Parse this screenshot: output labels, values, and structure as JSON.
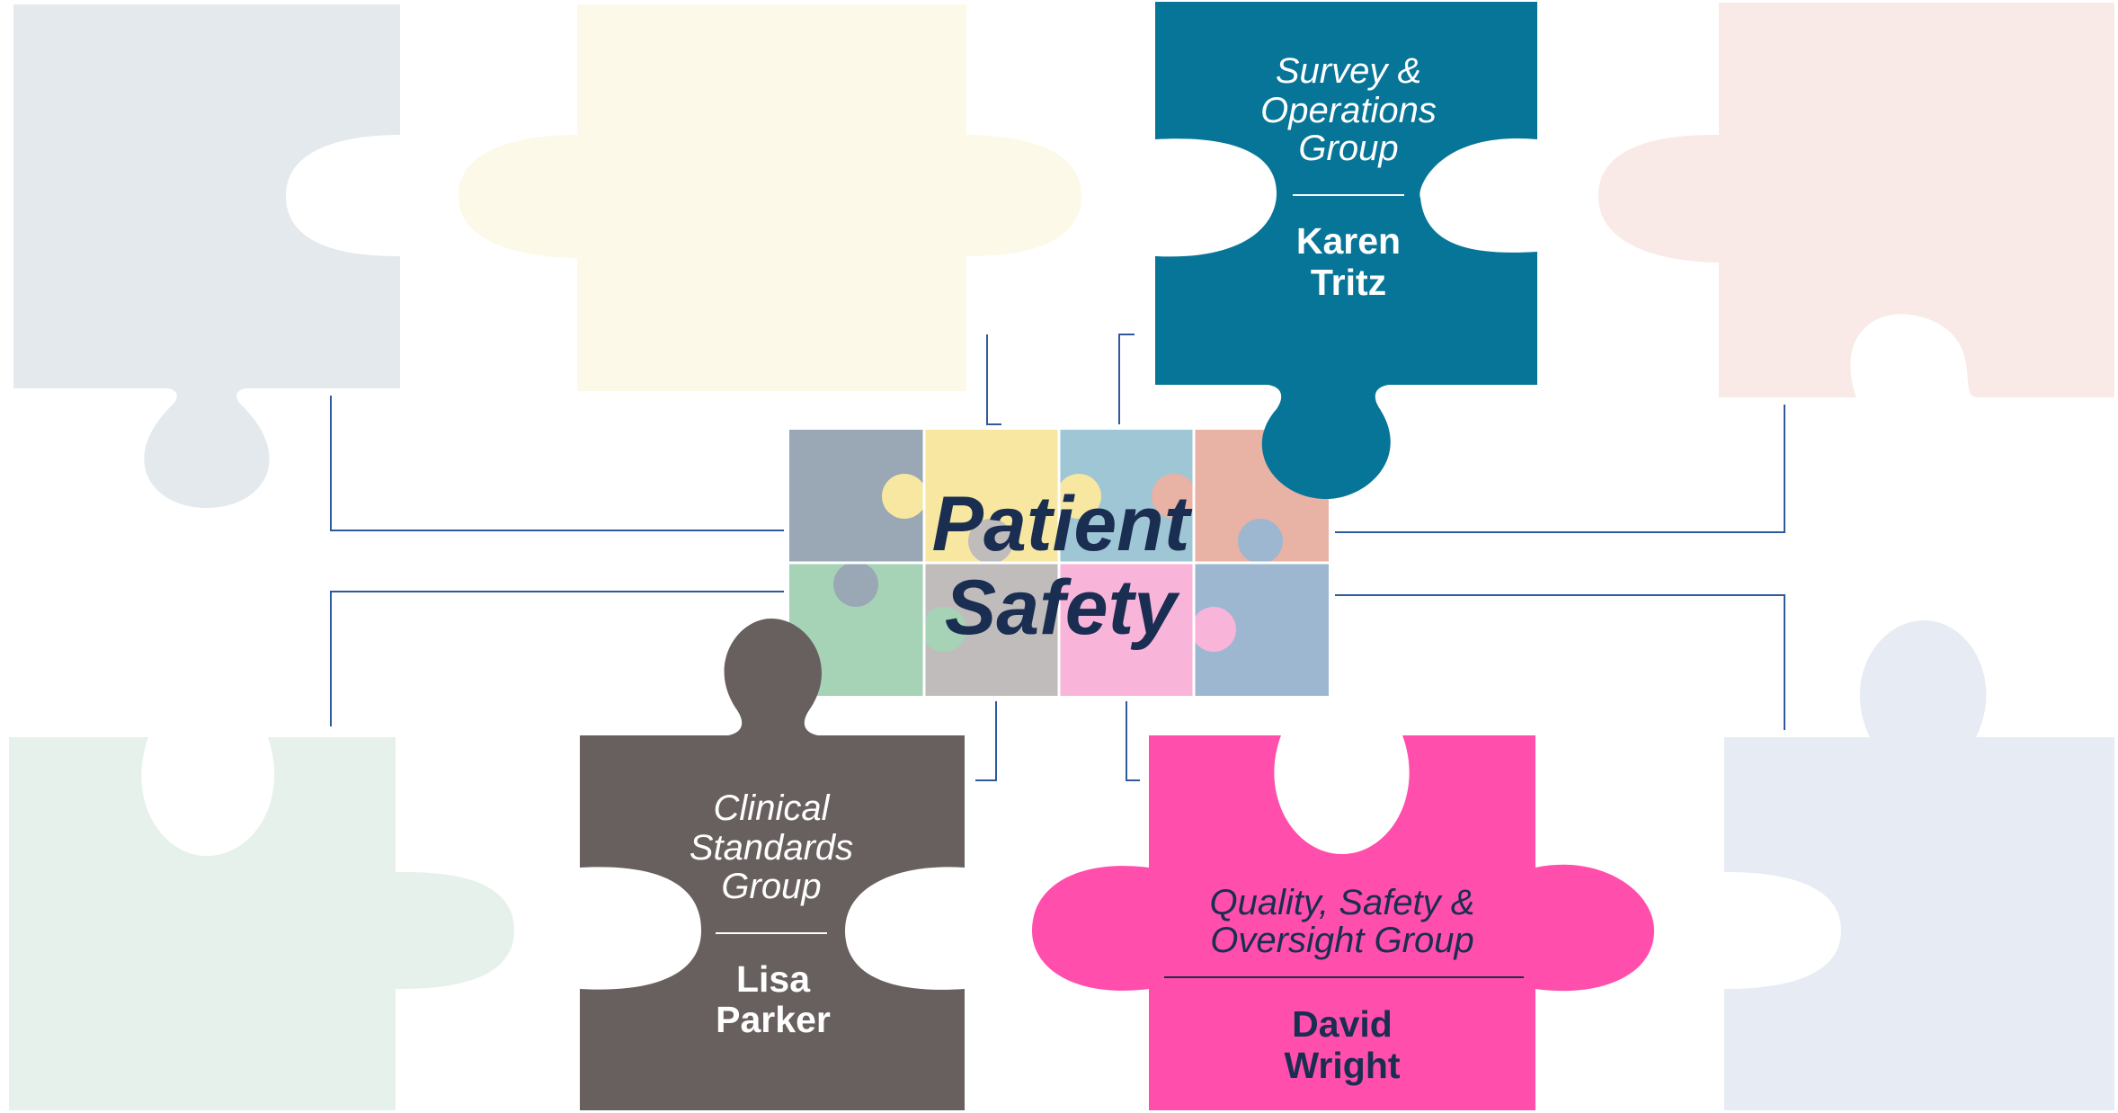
{
  "center": {
    "title_line1": "Patient",
    "title_line2": "Safety",
    "title_color": "#1a2e52",
    "tile_colors": [
      "#9aa8b6",
      "#f7e7a1",
      "#9fc6d4",
      "#e8b2a5",
      "#a6d2b6",
      "#c1bcbc",
      "#f9b4da",
      "#9db7d1"
    ]
  },
  "groups": {
    "survey": {
      "name_lines": [
        "Survey &",
        "Operations",
        "Group"
      ],
      "person_lines": [
        "Karen",
        "Tritz"
      ],
      "color": "#077597",
      "text_color": "#ffffff"
    },
    "clinical": {
      "name_lines": [
        "Clinical",
        "Standards",
        "Group"
      ],
      "person_lines": [
        "Lisa",
        "Parker"
      ],
      "color": "#68605e",
      "text_color": "#ffffff"
    },
    "quality": {
      "name_lines": [
        "Quality, Safety &",
        "Oversight Group"
      ],
      "person_lines": [
        "David",
        "Wright"
      ],
      "color": "#ff4eab",
      "text_color": "#1a2e52"
    }
  },
  "faded_pieces": {
    "colors": [
      "#e3e9ec",
      "#fcf9e8",
      "#f9eae8",
      "#e7f1eb",
      "#e6ebf4"
    ]
  },
  "connector_color": "#2e5a9c"
}
